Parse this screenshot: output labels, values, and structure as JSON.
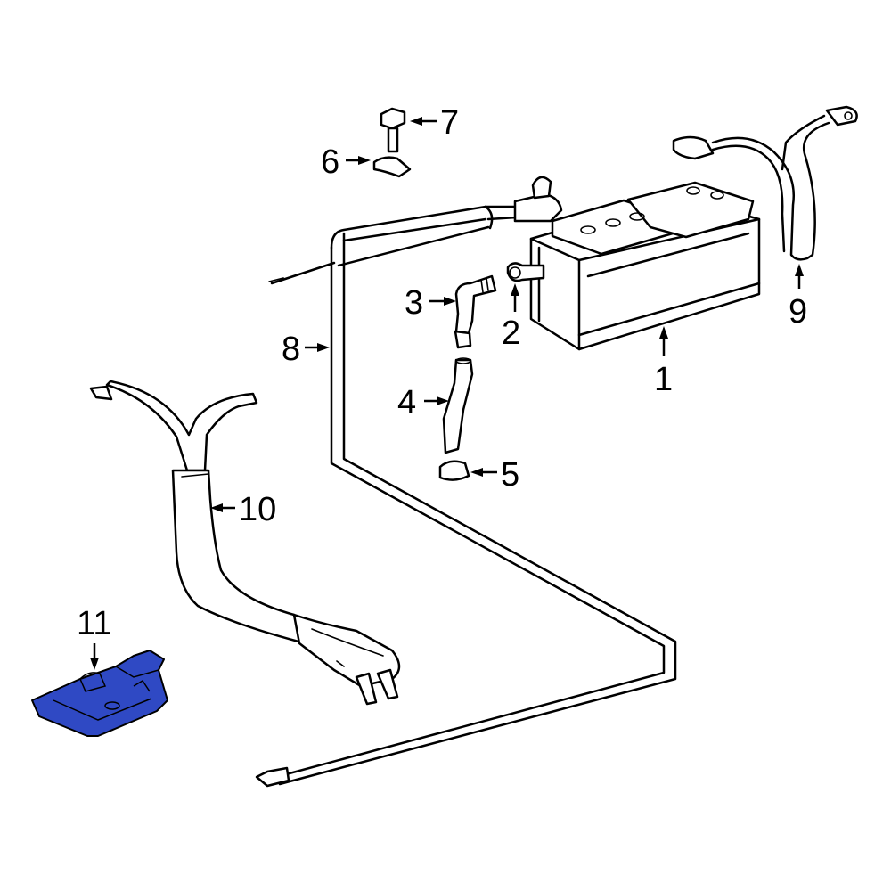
{
  "callouts": {
    "c1": "1",
    "c2": "2",
    "c3": "3",
    "c4": "4",
    "c5": "5",
    "c6": "6",
    "c7": "7",
    "c8": "8",
    "c9": "9",
    "c10": "10",
    "c11": "11"
  },
  "colors": {
    "highlight": "#2f49c4",
    "line": "#000000",
    "background": "#ffffff"
  }
}
